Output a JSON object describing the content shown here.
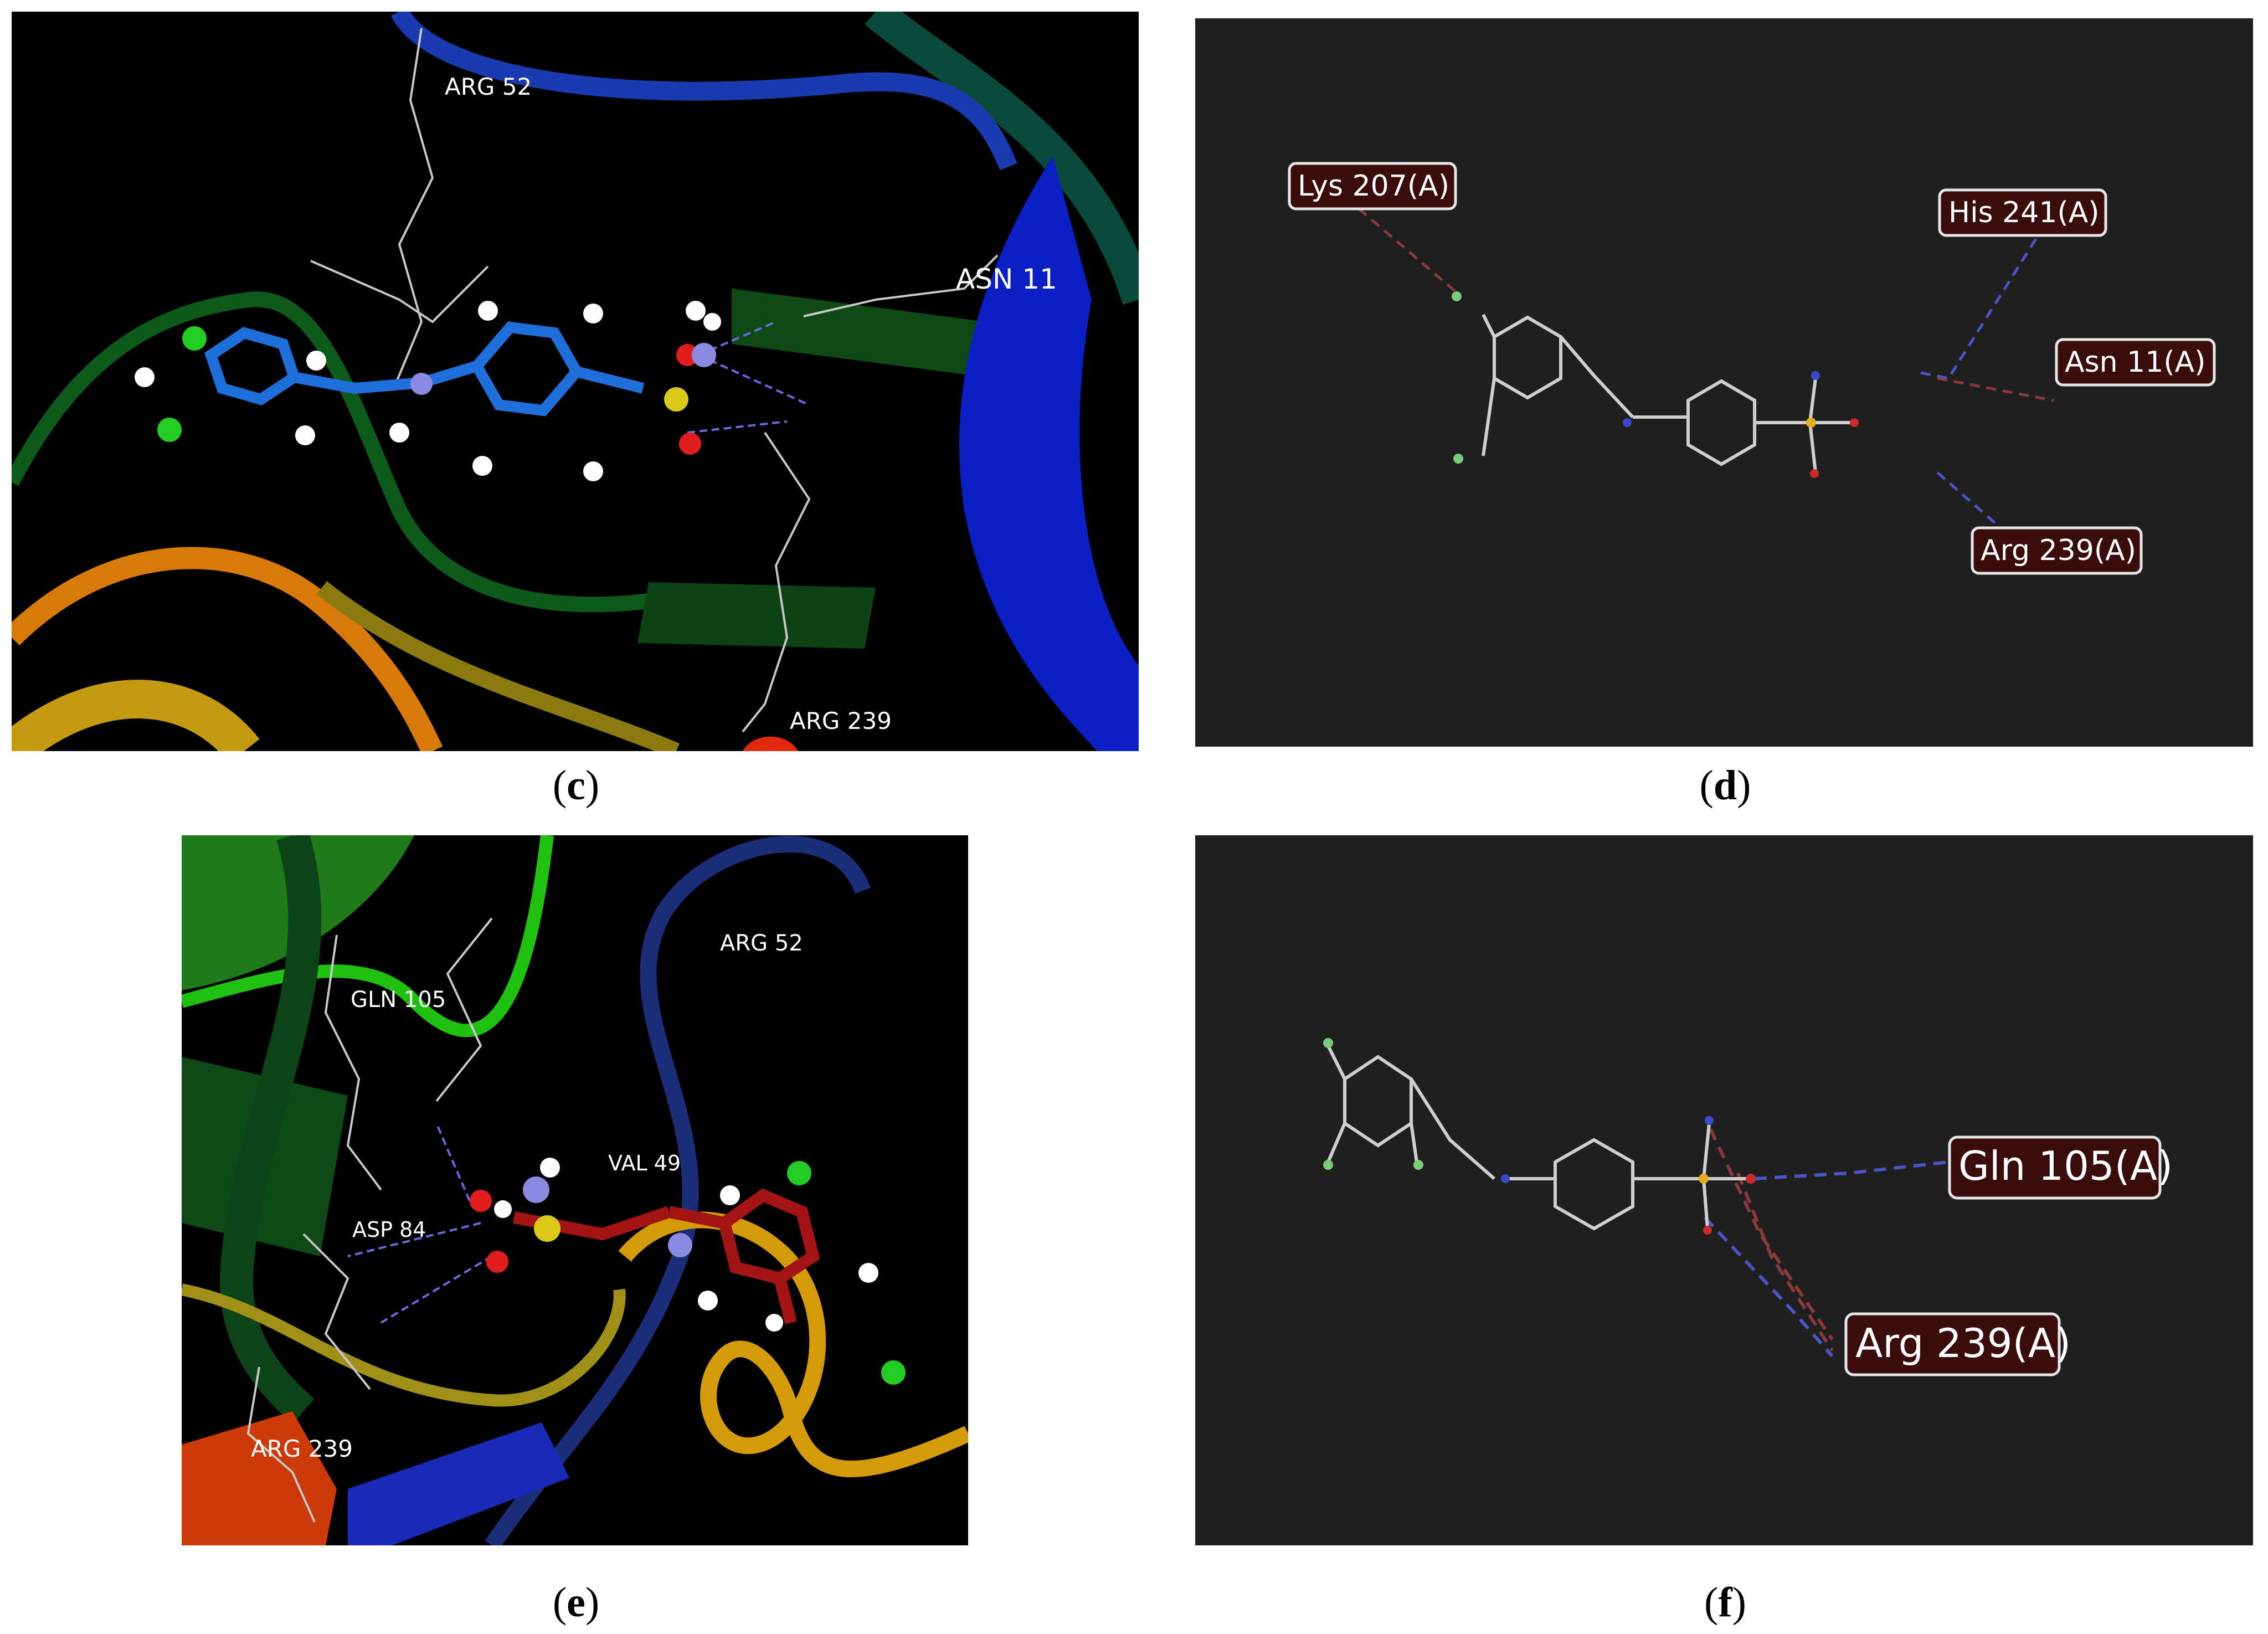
{
  "panels": {
    "c": {
      "caption_letter": "c",
      "residues": [
        "ARG 52",
        "ASN 11",
        "ARG 239"
      ]
    },
    "d": {
      "caption_letter": "d",
      "interactions": [
        "Lys 207(A)",
        "His 241(A)",
        "Asn 11(A)",
        "Arg 239(A)"
      ]
    },
    "e": {
      "caption_letter": "e",
      "residues": [
        "ARG 52",
        "GLN 105",
        "VAL 49",
        "ASP 84",
        "ARG 239"
      ]
    },
    "f": {
      "caption_letter": "f",
      "interactions": [
        "Gln 105(A)",
        "Arg 239(A)"
      ]
    }
  },
  "colors": {
    "panel_3d_bg": "#000000",
    "panel_2d_bg": "#1f1f1f",
    "ligand_c": "#1e6fd9",
    "ligand_e": "#a31515",
    "chlorine": "#22cc22",
    "hydrophobic_dash": "#8a3a3a",
    "hbond_dash": "#4a55c8",
    "label_box": "#3a0c0c"
  }
}
